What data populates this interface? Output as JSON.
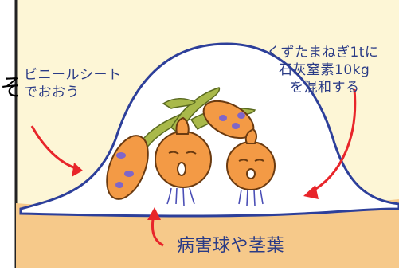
{
  "labels": {
    "cover_line1": "ビニールシート",
    "cover_line2": "でおおう",
    "mix_line1": "くずたまねぎ1tに",
    "mix_line2": "石灰窒素10kg",
    "mix_line3": "を混和する",
    "bottom": "病害球や茎葉",
    "cut_glyph": "そ"
  },
  "colors": {
    "background_cream": "#fdf6d6",
    "soil_orange": "#f6c98a",
    "sheet_white": "#ffffff",
    "sheet_outline": "#2d3f9a",
    "arrow_red": "#e8252a",
    "text_blue": "#2a3b86",
    "onion_orange": "#f39a45",
    "stem_green": "#a9b94a"
  }
}
